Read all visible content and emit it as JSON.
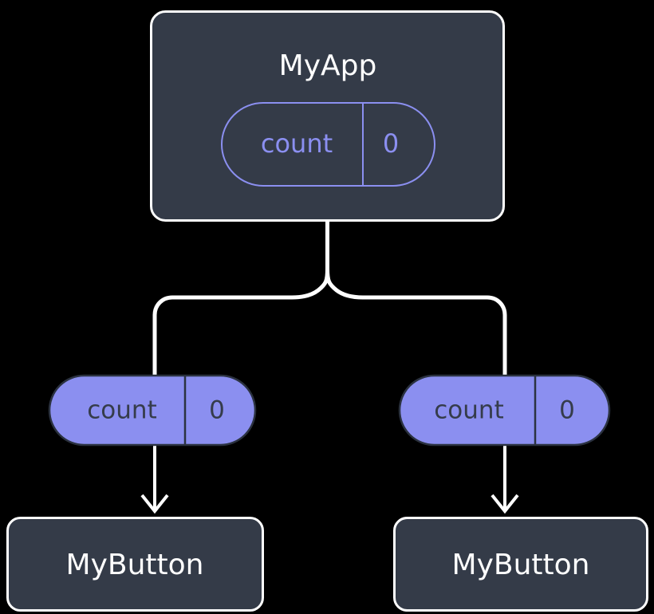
{
  "diagram": {
    "type": "component-tree",
    "title_node": "MyApp",
    "background_color": "#000000",
    "node_fill_color": "#343b48",
    "node_border_color": "#ffffff",
    "accent_color": "#8b8ff0",
    "edge_color": "#ffffff",
    "nodes": {
      "root": {
        "label": "MyApp",
        "state_pill": {
          "key": "count",
          "value": "0",
          "style": "outline"
        }
      },
      "children": [
        {
          "label": "MyButton",
          "state_pill": {
            "key": "count",
            "value": "0",
            "style": "filled"
          }
        },
        {
          "label": "MyButton",
          "state_pill": {
            "key": "count",
            "value": "0",
            "style": "filled"
          }
        }
      ]
    }
  }
}
